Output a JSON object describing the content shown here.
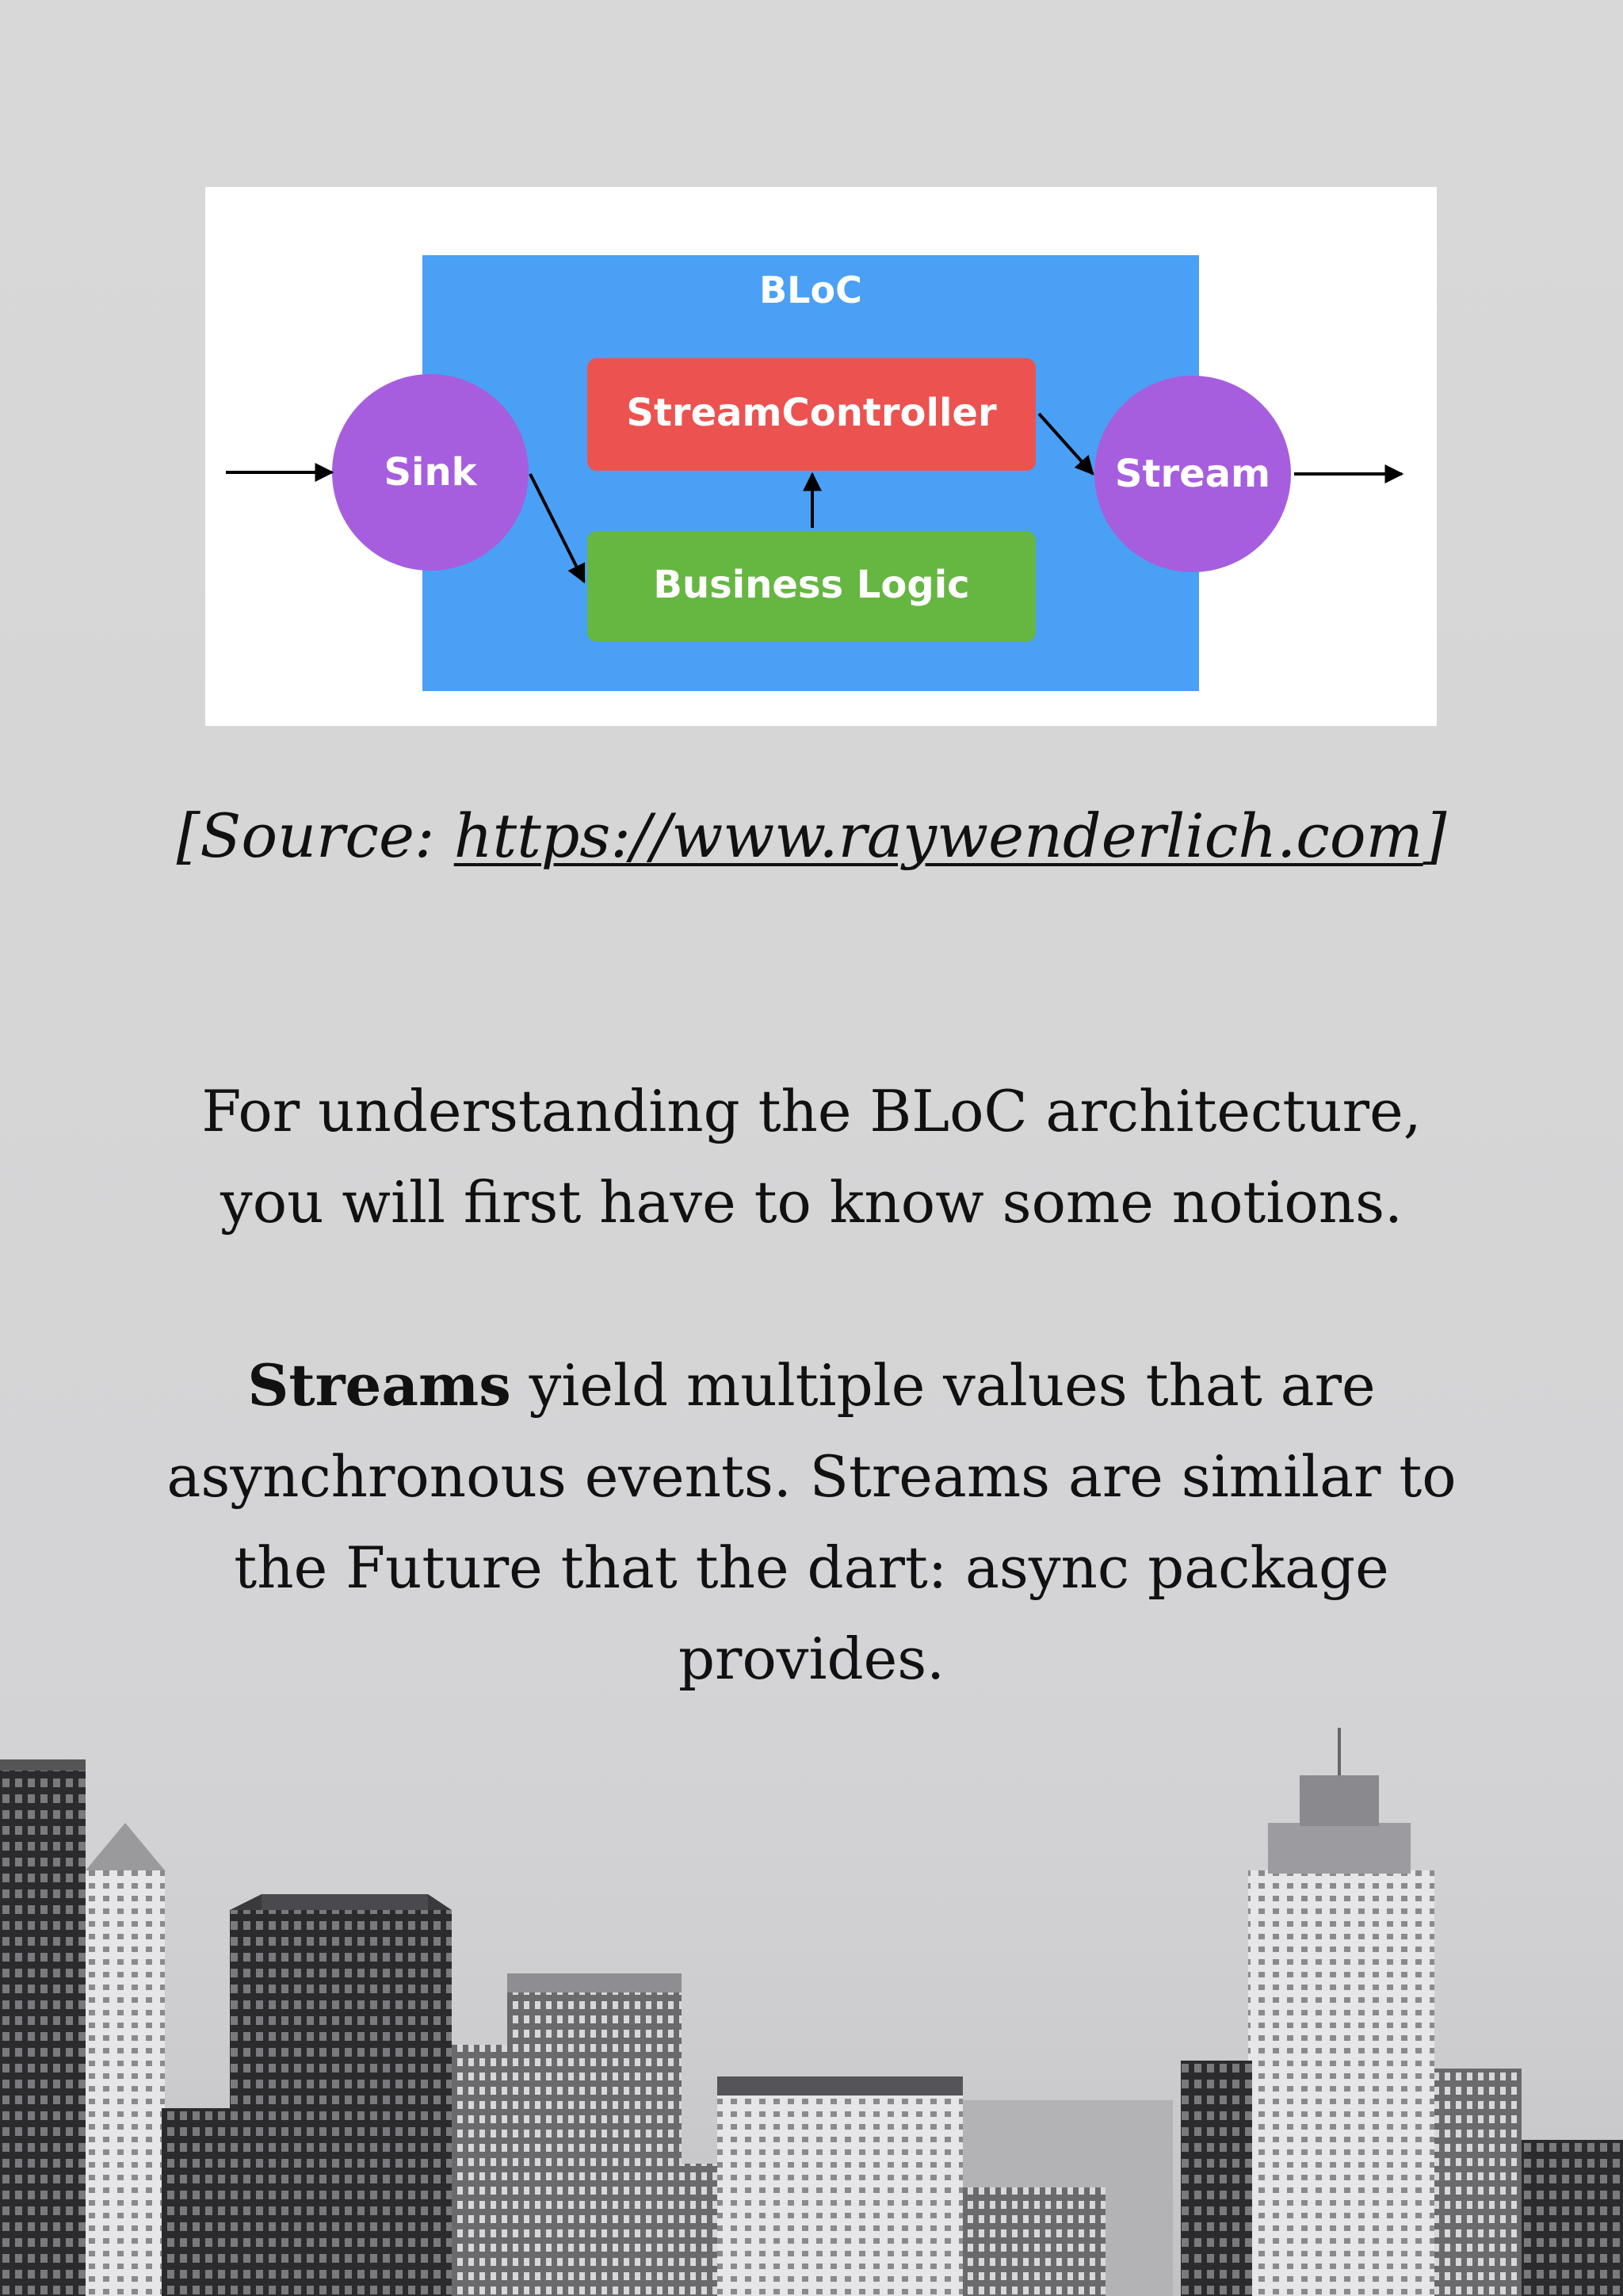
{
  "diagram": {
    "container_label": "BLoC",
    "sink_label": "Sink",
    "stream_controller_label": "StreamController",
    "business_logic_label": "Business Logic",
    "stream_label": "Stream",
    "colors": {
      "container": "#4aa0f5",
      "stream_controller": "#ec5250",
      "business_logic": "#65b741",
      "nodes": "#a65ede",
      "arrows": "#000000"
    }
  },
  "caption": {
    "prefix": "[Source: ",
    "link": "https://www.raywenderlich.com",
    "suffix": "]"
  },
  "paragraph1": {
    "line1": "For understanding the BLoC architecture,",
    "line2": "you will first have to know some notions."
  },
  "paragraph2": {
    "term": "Streams",
    "line1_rest": " yield multiple values that are",
    "line2": "asynchronous events. Streams are similar to",
    "line3": "the Future that the dart: async package",
    "line4": "provides."
  },
  "background": {
    "skyline_icon": "city-skyline-image"
  }
}
